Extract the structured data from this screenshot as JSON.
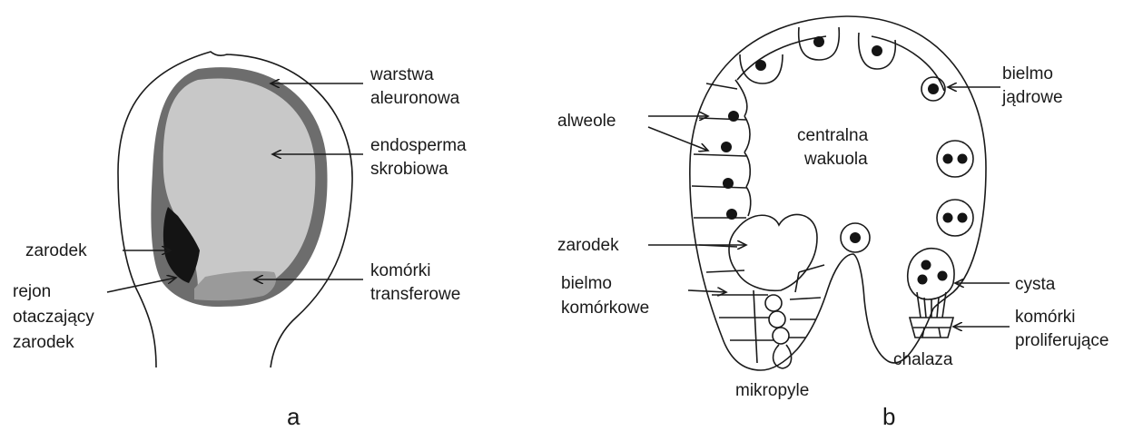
{
  "panel_a": {
    "caption": "a",
    "labels": {
      "aleurone_1": "warstwa",
      "aleurone_2": "aleuronowa",
      "endosperm_1": "endosperma",
      "endosperm_2": "skrobiowa",
      "transfer_1": "komórki",
      "transfer_2": "transferowe",
      "embryo": "zarodek",
      "region_1": "rejon",
      "region_2": "otaczający",
      "region_3": "zarodek"
    }
  },
  "panel_b": {
    "caption": "b",
    "labels": {
      "alveoli": "alweole",
      "nuclear_1": "bielmo",
      "nuclear_2": "jądrowe",
      "vacuole_1": "centralna",
      "vacuole_2": "wakuola",
      "embryo": "zarodek",
      "cellular_1": "bielmo",
      "cellular_2": "komórkowe",
      "cyst": "cysta",
      "prolif_1": "komórki",
      "prolif_2": "proliferujące",
      "chalaza": "chalaza",
      "micropyle": "mikropyle"
    }
  },
  "colors": {
    "aleurone": "#6d6d6d",
    "starchy_endosperm": "#c8c8c8",
    "transfer_cells": "#9a9a9a",
    "embryo": "#141414",
    "line": "#1a1a1a"
  }
}
